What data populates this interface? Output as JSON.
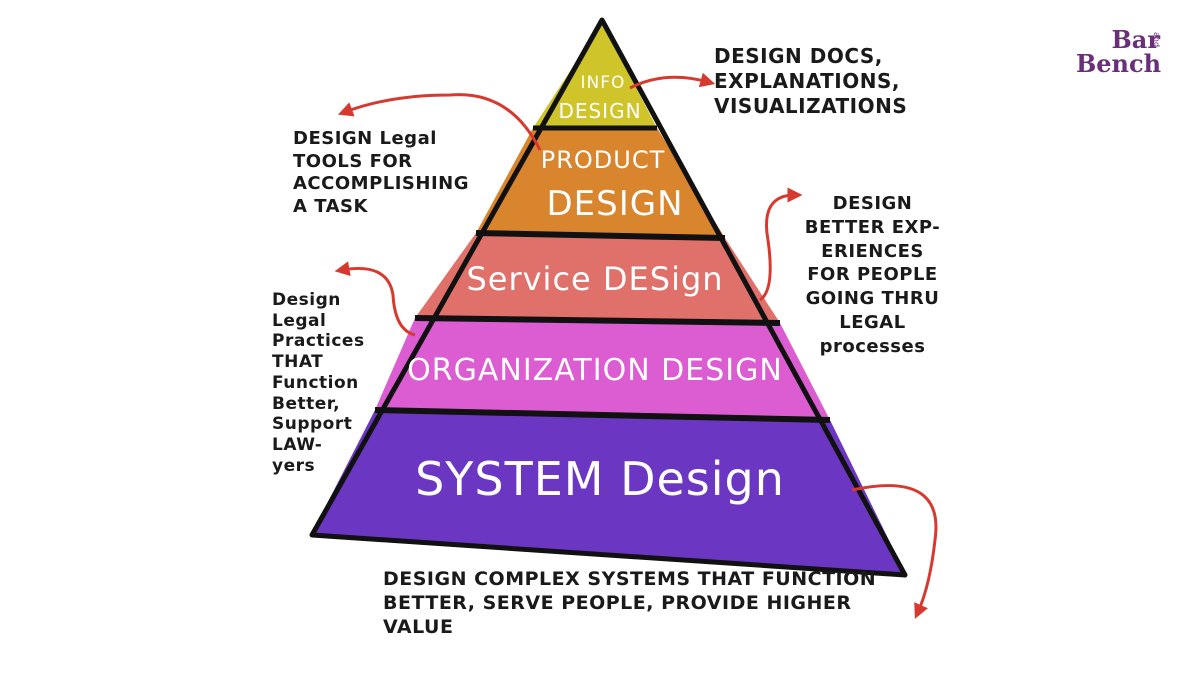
{
  "logo": {
    "line1": "Bar",
    "small": "and",
    "line2": "Bench"
  },
  "tiers": [
    {
      "id": "info",
      "lines": [
        "INFO",
        "DESIGN"
      ],
      "color": "#cfc42a"
    },
    {
      "id": "product",
      "lines": [
        "PRODUCT",
        "DESIGN"
      ],
      "color": "#d9852e"
    },
    {
      "id": "service",
      "lines": [
        "Service DESign"
      ],
      "color": "#e0706a"
    },
    {
      "id": "organization",
      "lines": [
        "ORGANIZATION DESIGN"
      ],
      "color": "#dc5cd2"
    },
    {
      "id": "system",
      "lines": [
        "SYSTEM Design"
      ],
      "color": "#6b37c2"
    }
  ],
  "annotations": {
    "info": "DESIGN DOCS,\nEXPLANATIONS,\nVISUALIZATIONS",
    "product": "DESIGN Legal\nTOOLS FOR\nACCOMPLISHING\nA TASK",
    "service": "DESIGN\nBETTER EXP-\nERIENCES\nFOR PEOPLE\nGOING THRU\nLEGAL\nprocesses",
    "organization": "Design\nLegal\nPractices\nTHAT\nFunction\nBetter,\nSupport\nLAW-\nyers",
    "system": "DESIGN COMPLEX SYSTEMS THAT FUNCTION\nBETTER, SERVE PEOPLE, PROVIDE HIGHER VALUE"
  },
  "colors": {
    "arrow": "#d63a2f",
    "outline": "#111111",
    "ink": "#1a1a1a"
  }
}
